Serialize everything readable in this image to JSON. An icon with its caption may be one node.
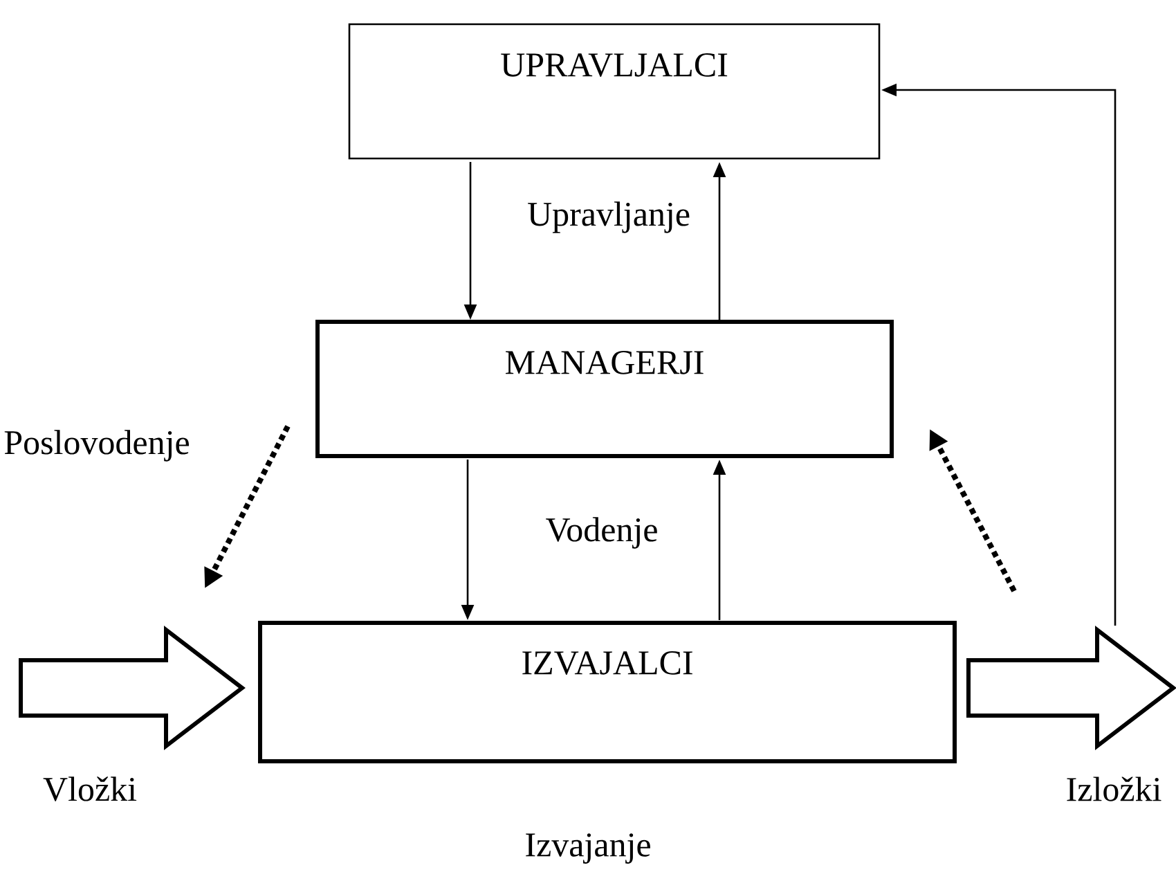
{
  "diagram": {
    "nodes": [
      {
        "text": [
          "UPRAVLJALCI"
        ]
      },
      {
        "text": [
          "MANAGERJI"
        ]
      },
      {
        "text": [
          "IZVAJALCI"
        ]
      }
    ],
    "edges": [
      {
        "from": 0,
        "to": 1,
        "arrow": "to"
      },
      {
        "from": 1,
        "to": 0,
        "arrow": "to"
      },
      {
        "from": 1,
        "to": 2,
        "arrow": "to"
      },
      {
        "from": 2,
        "to": 1,
        "arrow": "to"
      },
      {
        "from": null,
        "to": 2,
        "arrow": "to",
        "style": "thick"
      },
      {
        "from": 2,
        "to": null,
        "arrow": "to",
        "style": "thick"
      },
      {
        "from": null,
        "to": 0,
        "arrow": "to"
      }
    ],
    "labels": [
      "Upravljanje",
      "Poslovodenje",
      "Vodenje",
      "Vložki",
      "Izložki",
      "Izvajanje"
    ]
  }
}
